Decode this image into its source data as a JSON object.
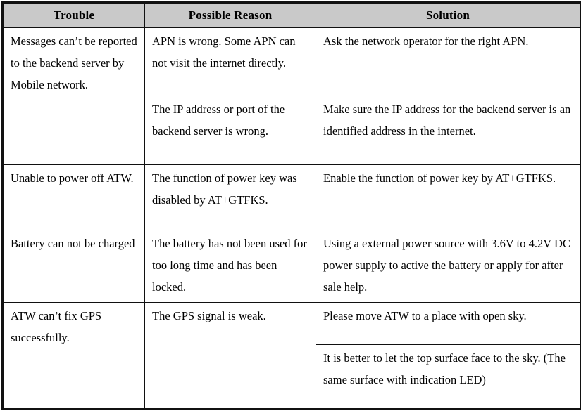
{
  "table": {
    "headers": {
      "trouble": "Trouble",
      "reason": "Possible Reason",
      "solution": "Solution"
    },
    "colors": {
      "header_background": "#c9c9c9",
      "border": "#111111",
      "text": "#000000",
      "page_background": "#ffffff"
    },
    "rows": [
      {
        "trouble": "Messages can’t be reported to the backend server by Mobile network.",
        "entries": [
          {
            "reason": "APN is wrong. Some APN can not visit the internet directly.",
            "solution": "Ask the network operator for the right APN."
          },
          {
            "reason": "The IP address or port of the backend server is wrong.",
            "solution": "Make sure the IP address for the backend server is an identified address in the internet."
          }
        ]
      },
      {
        "trouble": "Unable to power off ATW.",
        "entries": [
          {
            "reason": "The function of power key was disabled by AT+GTFKS.",
            "solution": "Enable the function of power key by AT+GTFKS."
          }
        ]
      },
      {
        "trouble": "Battery can not be charged",
        "entries": [
          {
            "reason": "The battery has not been used for too long time and has been locked.",
            "solution": "Using a external power source with 3.6V to 4.2V DC power supply to active the battery or apply for after sale help."
          }
        ]
      },
      {
        "trouble": "ATW can’t fix GPS successfully.",
        "reason": "The GPS signal is weak.",
        "solutions": [
          "Please move ATW to a place with open sky.",
          "It is better to let the top surface face to the sky. (The same surface with indication LED)"
        ]
      }
    ]
  }
}
